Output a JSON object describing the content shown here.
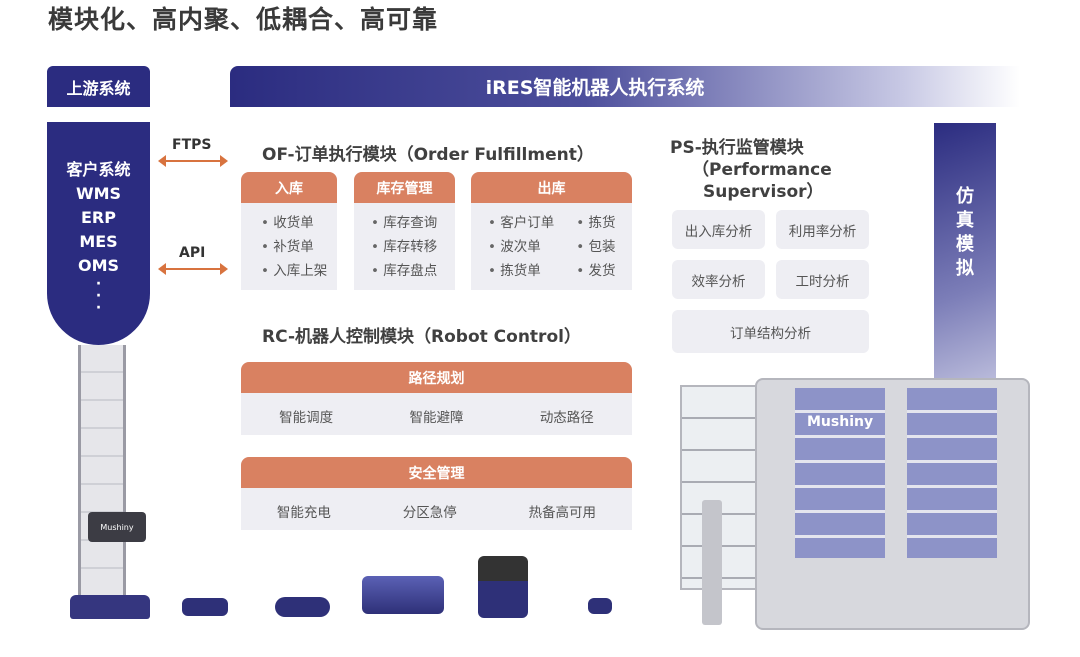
{
  "title": "模块化、高内聚、低耦合、高可靠",
  "upstream": {
    "tab": "上游系统",
    "items": [
      "客户系统",
      "WMS",
      "ERP",
      "MES",
      "OMS"
    ],
    "ellipsis": "·\n·\n·"
  },
  "banner": "iRES智能机器人执行系统",
  "protocols": {
    "ftps": "FTPS",
    "api": "API"
  },
  "of": {
    "title": "OF-订单执行模块（Order Fulfillment）",
    "inbound": {
      "header": "入库",
      "items": [
        "收货单",
        "补货单",
        "入库上架"
      ]
    },
    "inventory": {
      "header": "库存管理",
      "items": [
        "库存查询",
        "库存转移",
        "库存盘点"
      ]
    },
    "outbound": {
      "header": "出库",
      "col1": [
        "客户订单",
        "波次单",
        "拣货单"
      ],
      "col2": [
        "拣货",
        "包装",
        "发货"
      ]
    }
  },
  "rc": {
    "title": "RC-机器人控制模块（Robot Control）",
    "path": {
      "header": "路径规划",
      "items": [
        "智能调度",
        "智能避障",
        "动态路径"
      ]
    },
    "safety": {
      "header": "安全管理",
      "items": [
        "智能充电",
        "分区急停",
        "热备高可用"
      ]
    }
  },
  "ps": {
    "title_line1": "PS-执行监管模块",
    "title_line2": "（Performance",
    "title_line3": "Supervisor）",
    "items": [
      "出入库分析",
      "利用率分析",
      "效率分析",
      "工时分析",
      "订单结构分析"
    ]
  },
  "sim": [
    "仿",
    "真",
    "模",
    "拟"
  ],
  "brand": "Mushiny",
  "colors": {
    "navy": "#2b2c80",
    "orange": "#d98161",
    "gray": "#eeeef3"
  }
}
